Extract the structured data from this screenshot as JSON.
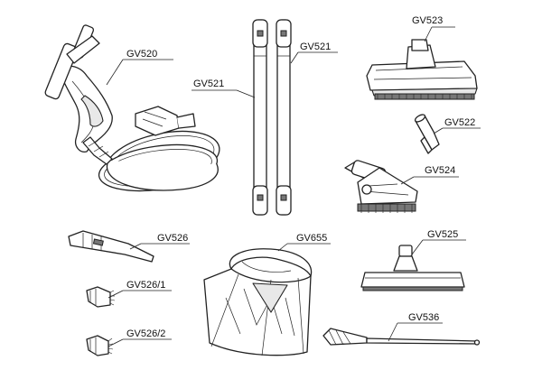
{
  "parts": [
    {
      "id": "steam-gun-hose",
      "code": "GV520"
    },
    {
      "id": "extension-tube-left",
      "code": "GV521"
    },
    {
      "id": "extension-tube-right",
      "code": "GV521"
    },
    {
      "id": "floor-brush",
      "code": "GV523"
    },
    {
      "id": "angle-adapter",
      "code": "GV522"
    },
    {
      "id": "triangular-brush",
      "code": "GV524"
    },
    {
      "id": "window-squeegee",
      "code": "GV525"
    },
    {
      "id": "detail-nozzle",
      "code": "GV526"
    },
    {
      "id": "round-brush-1",
      "code": "GV526/1"
    },
    {
      "id": "round-brush-2",
      "code": "GV526/2"
    },
    {
      "id": "cloth-covers",
      "code": "GV655"
    },
    {
      "id": "lance-nozzle",
      "code": "GV536"
    }
  ]
}
